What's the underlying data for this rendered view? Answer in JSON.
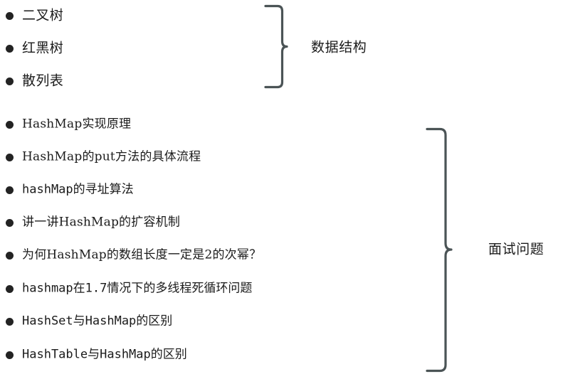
{
  "page": {
    "background_color": "#ffffff",
    "text_color": "#1b1b1b",
    "bullet_color": "#232323",
    "brace_color": "#4b5456"
  },
  "groups": [
    {
      "id": "data-structures",
      "label": "数据结构",
      "bullet_icon": "filled-circle-bullet",
      "items": [
        {
          "text": "二叉树",
          "font": "serif"
        },
        {
          "text": "红黑树",
          "font": "serif"
        },
        {
          "text": "散列表",
          "font": "serif"
        }
      ]
    },
    {
      "id": "interview-questions",
      "label": "面试问题",
      "bullet_icon": "filled-circle-bullet",
      "items": [
        {
          "text": "HashMap实现原理",
          "font": "serif"
        },
        {
          "text": "HashMap的put方法的具体流程",
          "font": "serif"
        },
        {
          "text": "hashMap的寻址算法",
          "font": "mono"
        },
        {
          "text": "讲一讲HashMap的扩容机制",
          "font": "serif"
        },
        {
          "text": "为何HashMap的数组长度一定是2的次幂？",
          "font": "serif"
        },
        {
          "text": "hashmap在1.7情况下的多线程死循环问题",
          "font": "mono"
        },
        {
          "text": "HashSet与HashMap的区别",
          "font": "mono"
        },
        {
          "text": "HashTable与HashMap的区别",
          "font": "mono"
        }
      ]
    }
  ]
}
